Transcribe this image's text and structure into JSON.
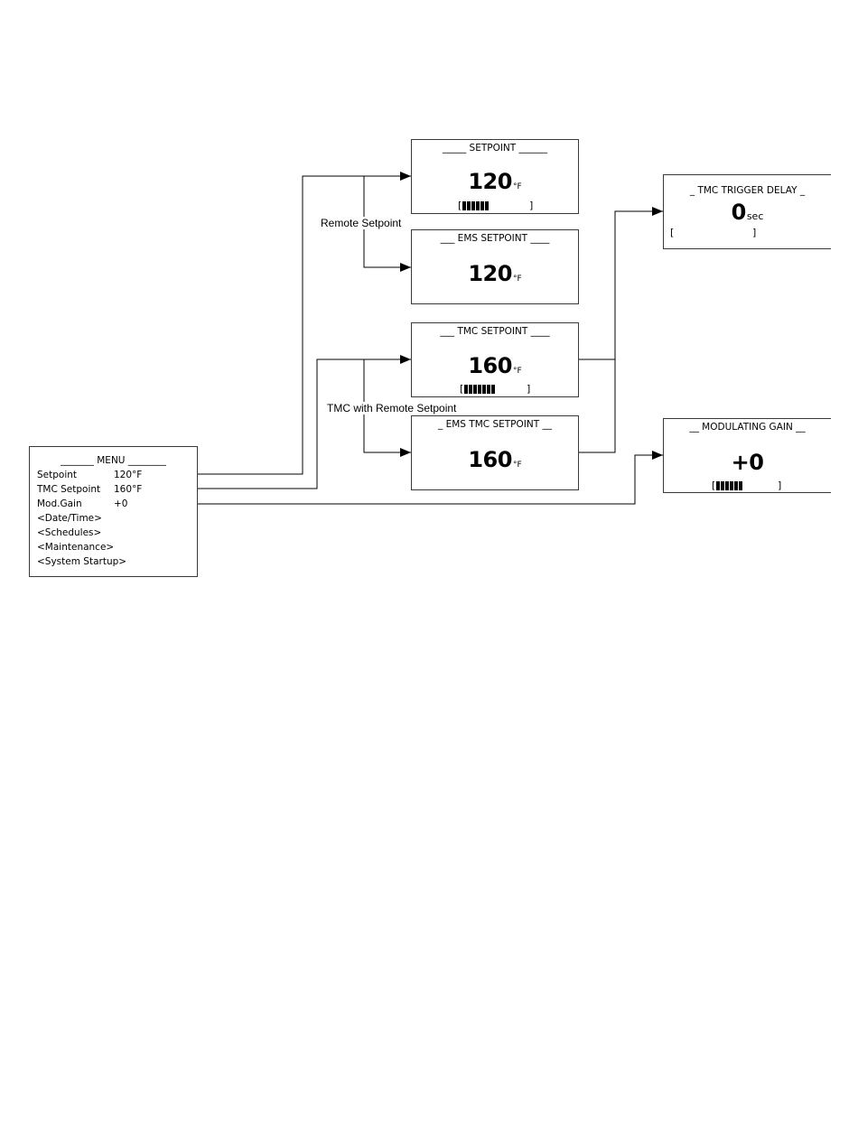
{
  "menu": {
    "title": "_______ MENU ________",
    "items": [
      {
        "label": "Setpoint",
        "value": "120°F"
      },
      {
        "label": "TMC Setpoint",
        "value": "160°F"
      },
      {
        "label": "Mod.Gain",
        "value": "+0"
      },
      {
        "label": "<Date/Time>",
        "value": ""
      },
      {
        "label": "<Schedules>",
        "value": ""
      },
      {
        "label": "<Maintenance>",
        "value": ""
      },
      {
        "label": "<System Startup>",
        "value": ""
      }
    ]
  },
  "routes": {
    "remote_setpoint": "Remote Setpoint",
    "tmc_remote_setpoint": "TMC with Remote Setpoint"
  },
  "screens": {
    "setpoint": {
      "title": "_____ SETPOINT ______",
      "value": "120",
      "unit": "°F",
      "bar_open": "[",
      "bar_close": "]",
      "bar_segments": 6
    },
    "ems_setpoint": {
      "title": "___ EMS SETPOINT ____",
      "value": "120",
      "unit": "°F"
    },
    "tmc_setpoint": {
      "title": "___ TMC SETPOINT ____",
      "value": "160",
      "unit": "°F",
      "bar_open": "[",
      "bar_close": "]",
      "bar_segments": 7
    },
    "ems_tmc_setpoint": {
      "title": "_ EMS TMC SETPOINT __",
      "value": "160",
      "unit": "°F"
    },
    "tmc_trigger_delay": {
      "title": "_ TMC TRIGGER DELAY _",
      "value": "0",
      "unit": "sec",
      "bar_open": "[",
      "bar_close": "]",
      "bar_segments": 0
    },
    "modulating_gain": {
      "title": "__ MODULATING GAIN __",
      "value": "+0",
      "bar_open": "[",
      "bar_close": "]",
      "bar_segments": 6
    }
  }
}
